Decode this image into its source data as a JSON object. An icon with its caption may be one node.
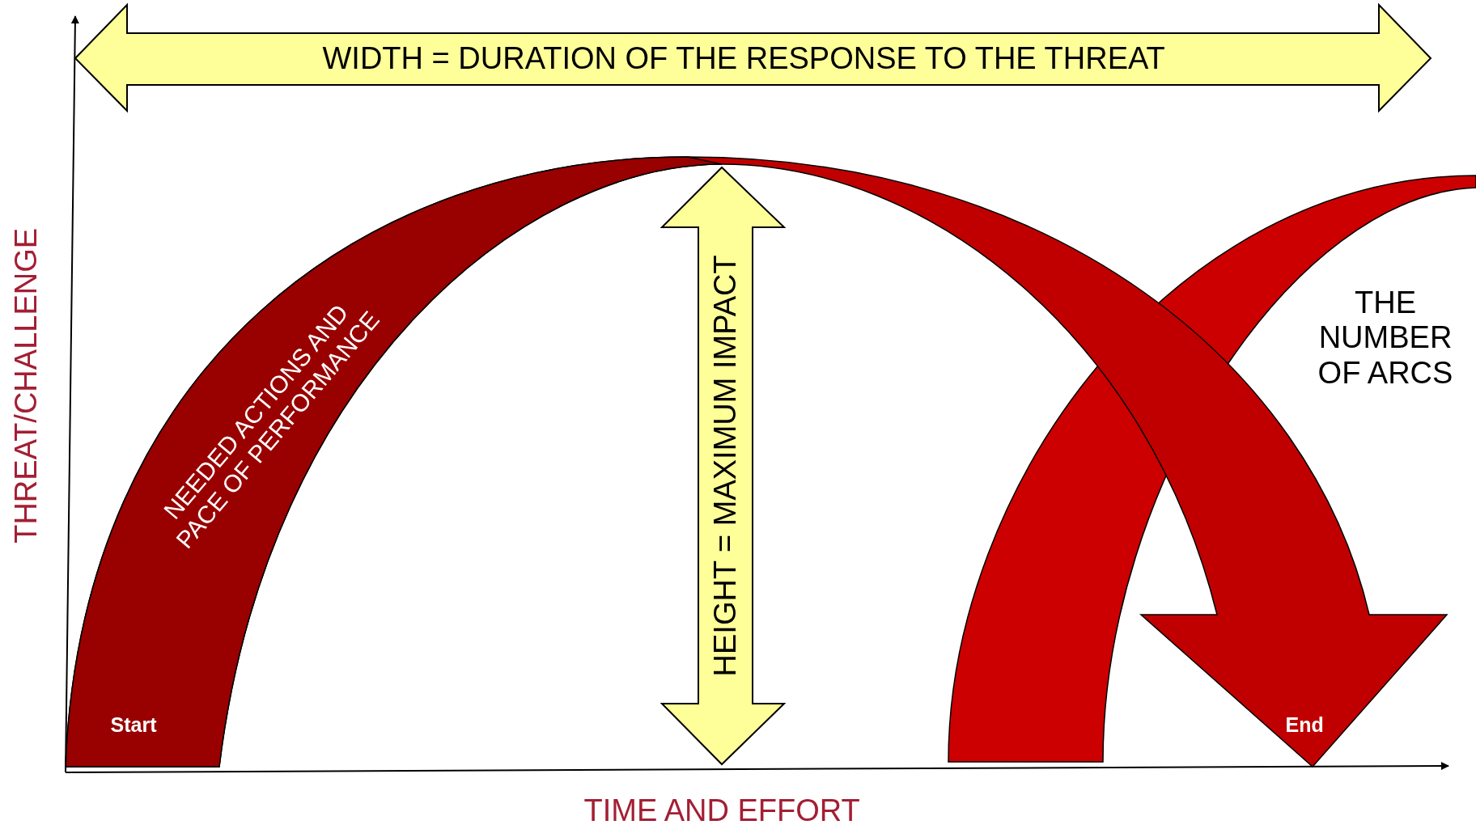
{
  "diagram": {
    "labels": [
      "WIDTH = DURATION OF THE RESPONSE TO THE THREAT",
      "HEIGHT = MAXIMUM IMPACT",
      "NEEDED ACTIONS AND PACE OF PERFORMANCE",
      "THE NUMBER OF ARCS",
      "Start",
      "End",
      "THREAT/CHALLENGE",
      "TIME AND EFFORT"
    ]
  }
}
